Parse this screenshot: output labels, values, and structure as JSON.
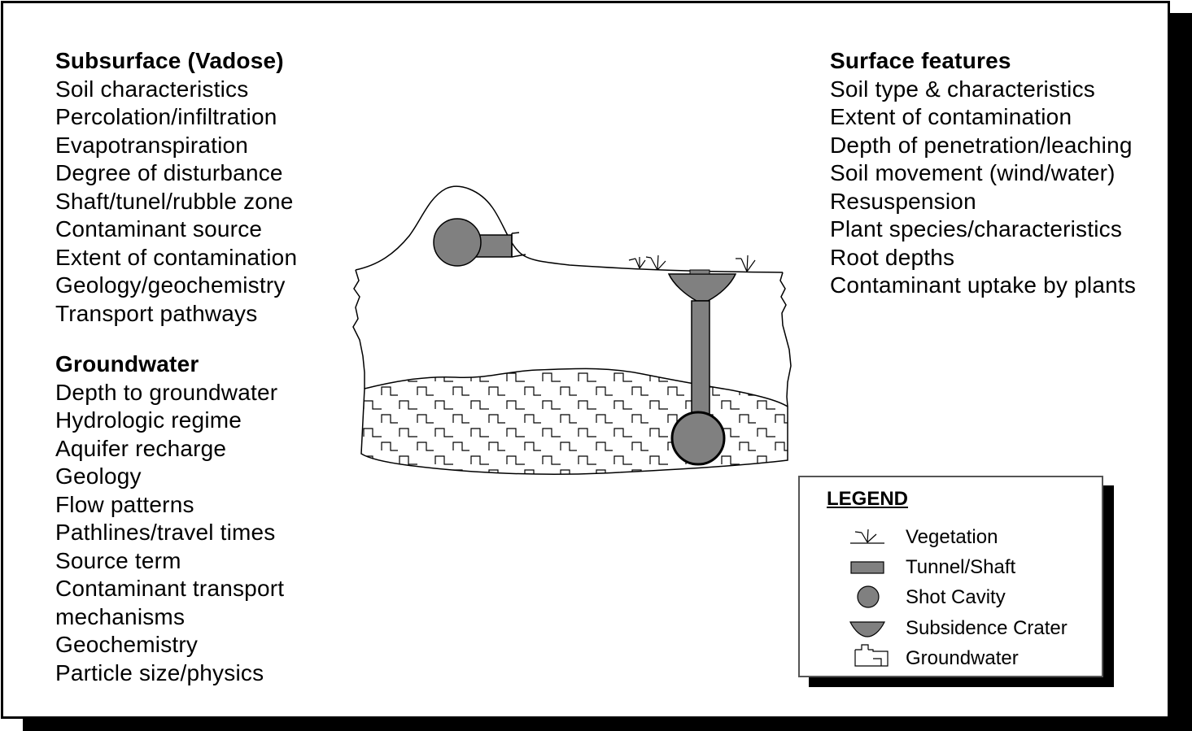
{
  "subsurface": {
    "heading": "Subsurface (Vadose)",
    "items": [
      "Soil characteristics",
      "Percolation/infiltration",
      "Evapotranspiration",
      "Degree of disturbance",
      "Shaft/tunel/rubble zone",
      "Contaminant source",
      "Extent of contamination",
      "Geology/geochemistry",
      "Transport pathways"
    ]
  },
  "groundwater": {
    "heading": "Groundwater",
    "items": [
      "Depth to groundwater",
      "Hydrologic regime",
      "Aquifer recharge",
      "Geology",
      "Flow patterns",
      "Pathlines/travel times",
      "Source term",
      "Contaminant transport",
      "mechanisms",
      "Geochemistry",
      "Particle size/physics"
    ]
  },
  "surface": {
    "heading": "Surface features",
    "items": [
      "Soil type & characteristics",
      "Extent of contamination",
      "Depth of penetration/leaching",
      "Soil movement (wind/water)",
      "Resuspension",
      "Plant species/characteristics",
      "Root depths",
      "Contaminant uptake by plants"
    ]
  },
  "legend": {
    "title": "LEGEND",
    "items": [
      {
        "label": "Vegetation",
        "icon": "vegetation-icon"
      },
      {
        "label": "Tunnel/Shaft",
        "icon": "tunnel-shaft-icon"
      },
      {
        "label": "Shot Cavity",
        "icon": "shot-cavity-icon"
      },
      {
        "label": "Subsidence Crater",
        "icon": "subsidence-crater-icon"
      },
      {
        "label": "Groundwater",
        "icon": "groundwater-icon"
      }
    ]
  },
  "colors": {
    "fill_gray": "#808080",
    "outline": "#000000",
    "background": "#ffffff"
  }
}
